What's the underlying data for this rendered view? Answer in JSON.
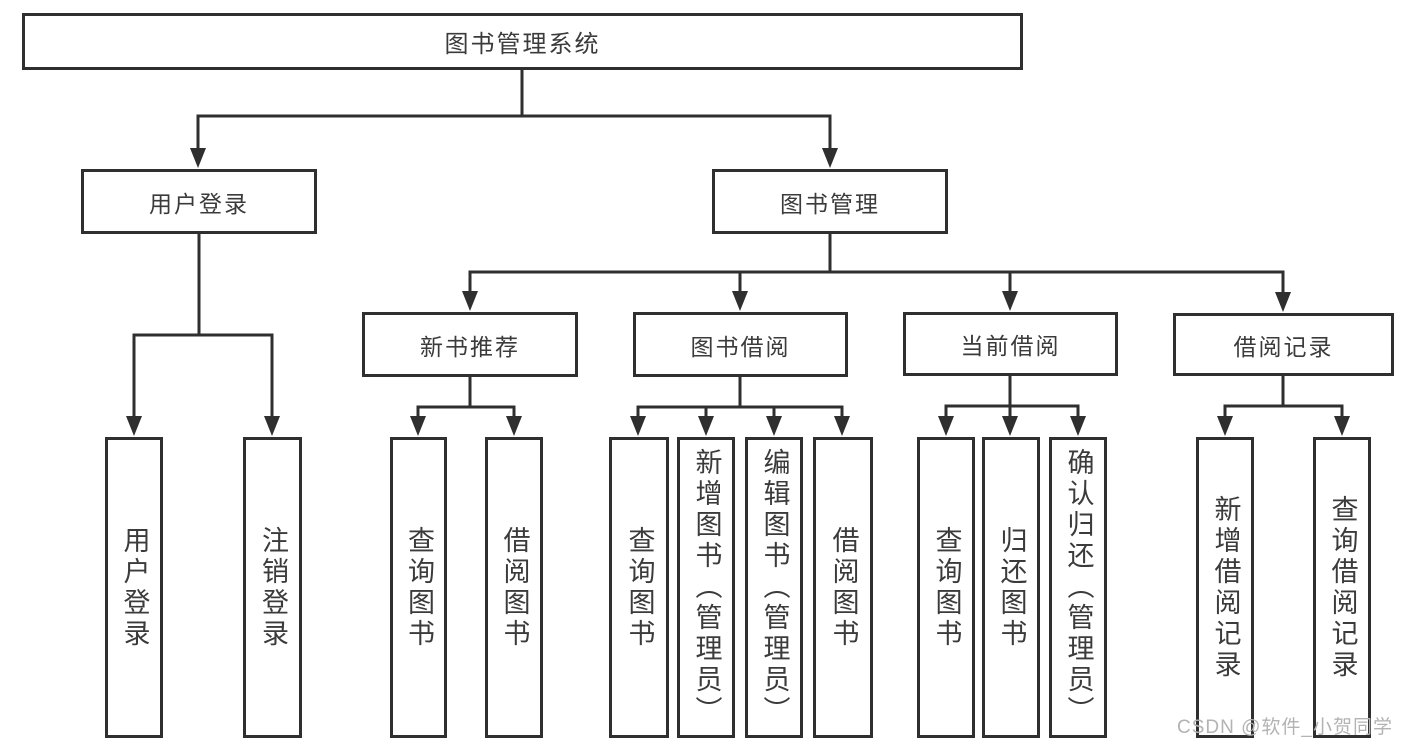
{
  "nodes": {
    "root": {
      "label": "图书管理系统"
    },
    "user_login": {
      "label": "用户登录"
    },
    "book_mgmt": {
      "label": "图书管理"
    },
    "new_book_rec": {
      "label": "新书推荐"
    },
    "book_borrow": {
      "label": "图书借阅"
    },
    "current_borrow": {
      "label": "当前借阅"
    },
    "borrow_record": {
      "label": "借阅记录"
    },
    "leaf_user_login": {
      "label": "用户登录"
    },
    "leaf_logout": {
      "label": "注销登录"
    },
    "leaf_nbr_query_book": {
      "label": "查询图书"
    },
    "leaf_nbr_borrow_book": {
      "label": "借阅图书"
    },
    "leaf_bb_query_book": {
      "label": "查询图书"
    },
    "leaf_bb_add_book": {
      "label": "新增图书（管理员）"
    },
    "leaf_bb_edit_book": {
      "label": "编辑图书（管理员）"
    },
    "leaf_bb_borrow_book": {
      "label": "借阅图书"
    },
    "leaf_cb_query_book": {
      "label": "查询图书"
    },
    "leaf_cb_return_book": {
      "label": "归还图书"
    },
    "leaf_cb_confirm_return": {
      "label": "确认归还（管理员）"
    },
    "leaf_br_add_record": {
      "label": "新增借阅记录"
    },
    "leaf_br_query_record": {
      "label": "查询借阅记录"
    }
  },
  "watermark": "CSDN @软件_小贺同学",
  "colors": {
    "line": "#2f2f2f",
    "text": "#3b3b3b",
    "background": "#ffffff",
    "watermark": "#b3b3b3"
  }
}
